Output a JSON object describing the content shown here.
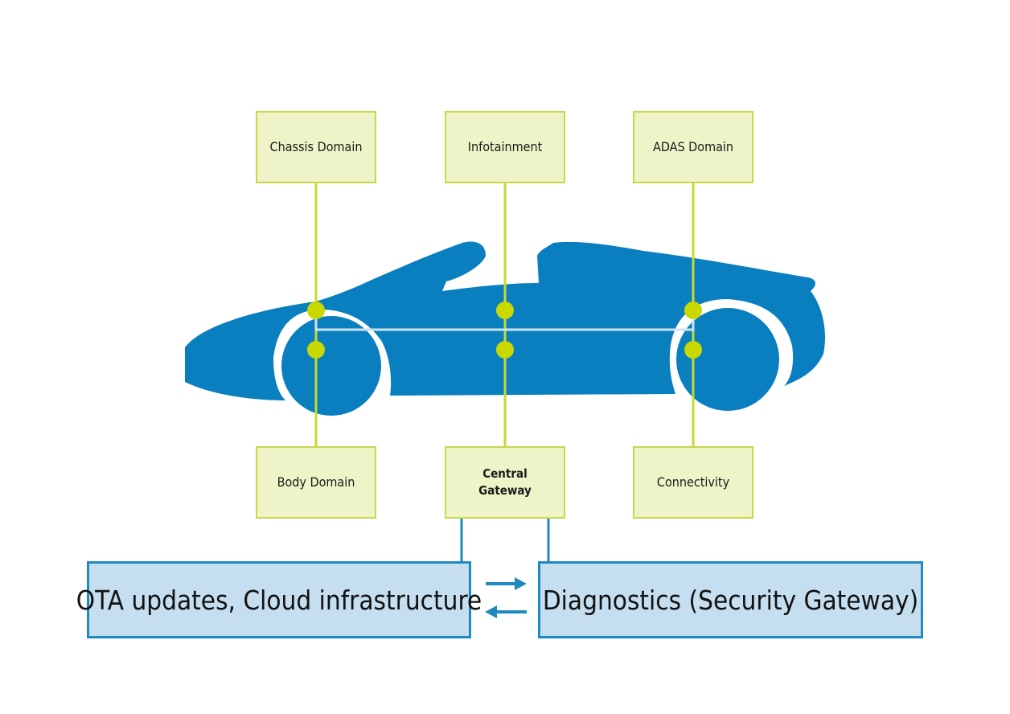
{
  "domains_top": [
    {
      "label": "Chassis Domain"
    },
    {
      "label": "Infotainment"
    },
    {
      "label": "ADAS Domain"
    }
  ],
  "domains_bottom": [
    {
      "label": "Body Domain"
    },
    {
      "label": "Central\nGateway"
    },
    {
      "label": "Connectivity"
    }
  ],
  "services": {
    "left": "OTA updates, Cloud infrastructure",
    "right": "Diagnostics (Security Gateway)"
  },
  "colors": {
    "car": "#0a7fc0",
    "domain_fill": "#eef3c8",
    "domain_border": "#c8d84a",
    "connector": "#c8d830",
    "bus_line": "#cfe3f2",
    "service_fill": "#c6dff0",
    "service_border": "#1f8ac0"
  }
}
